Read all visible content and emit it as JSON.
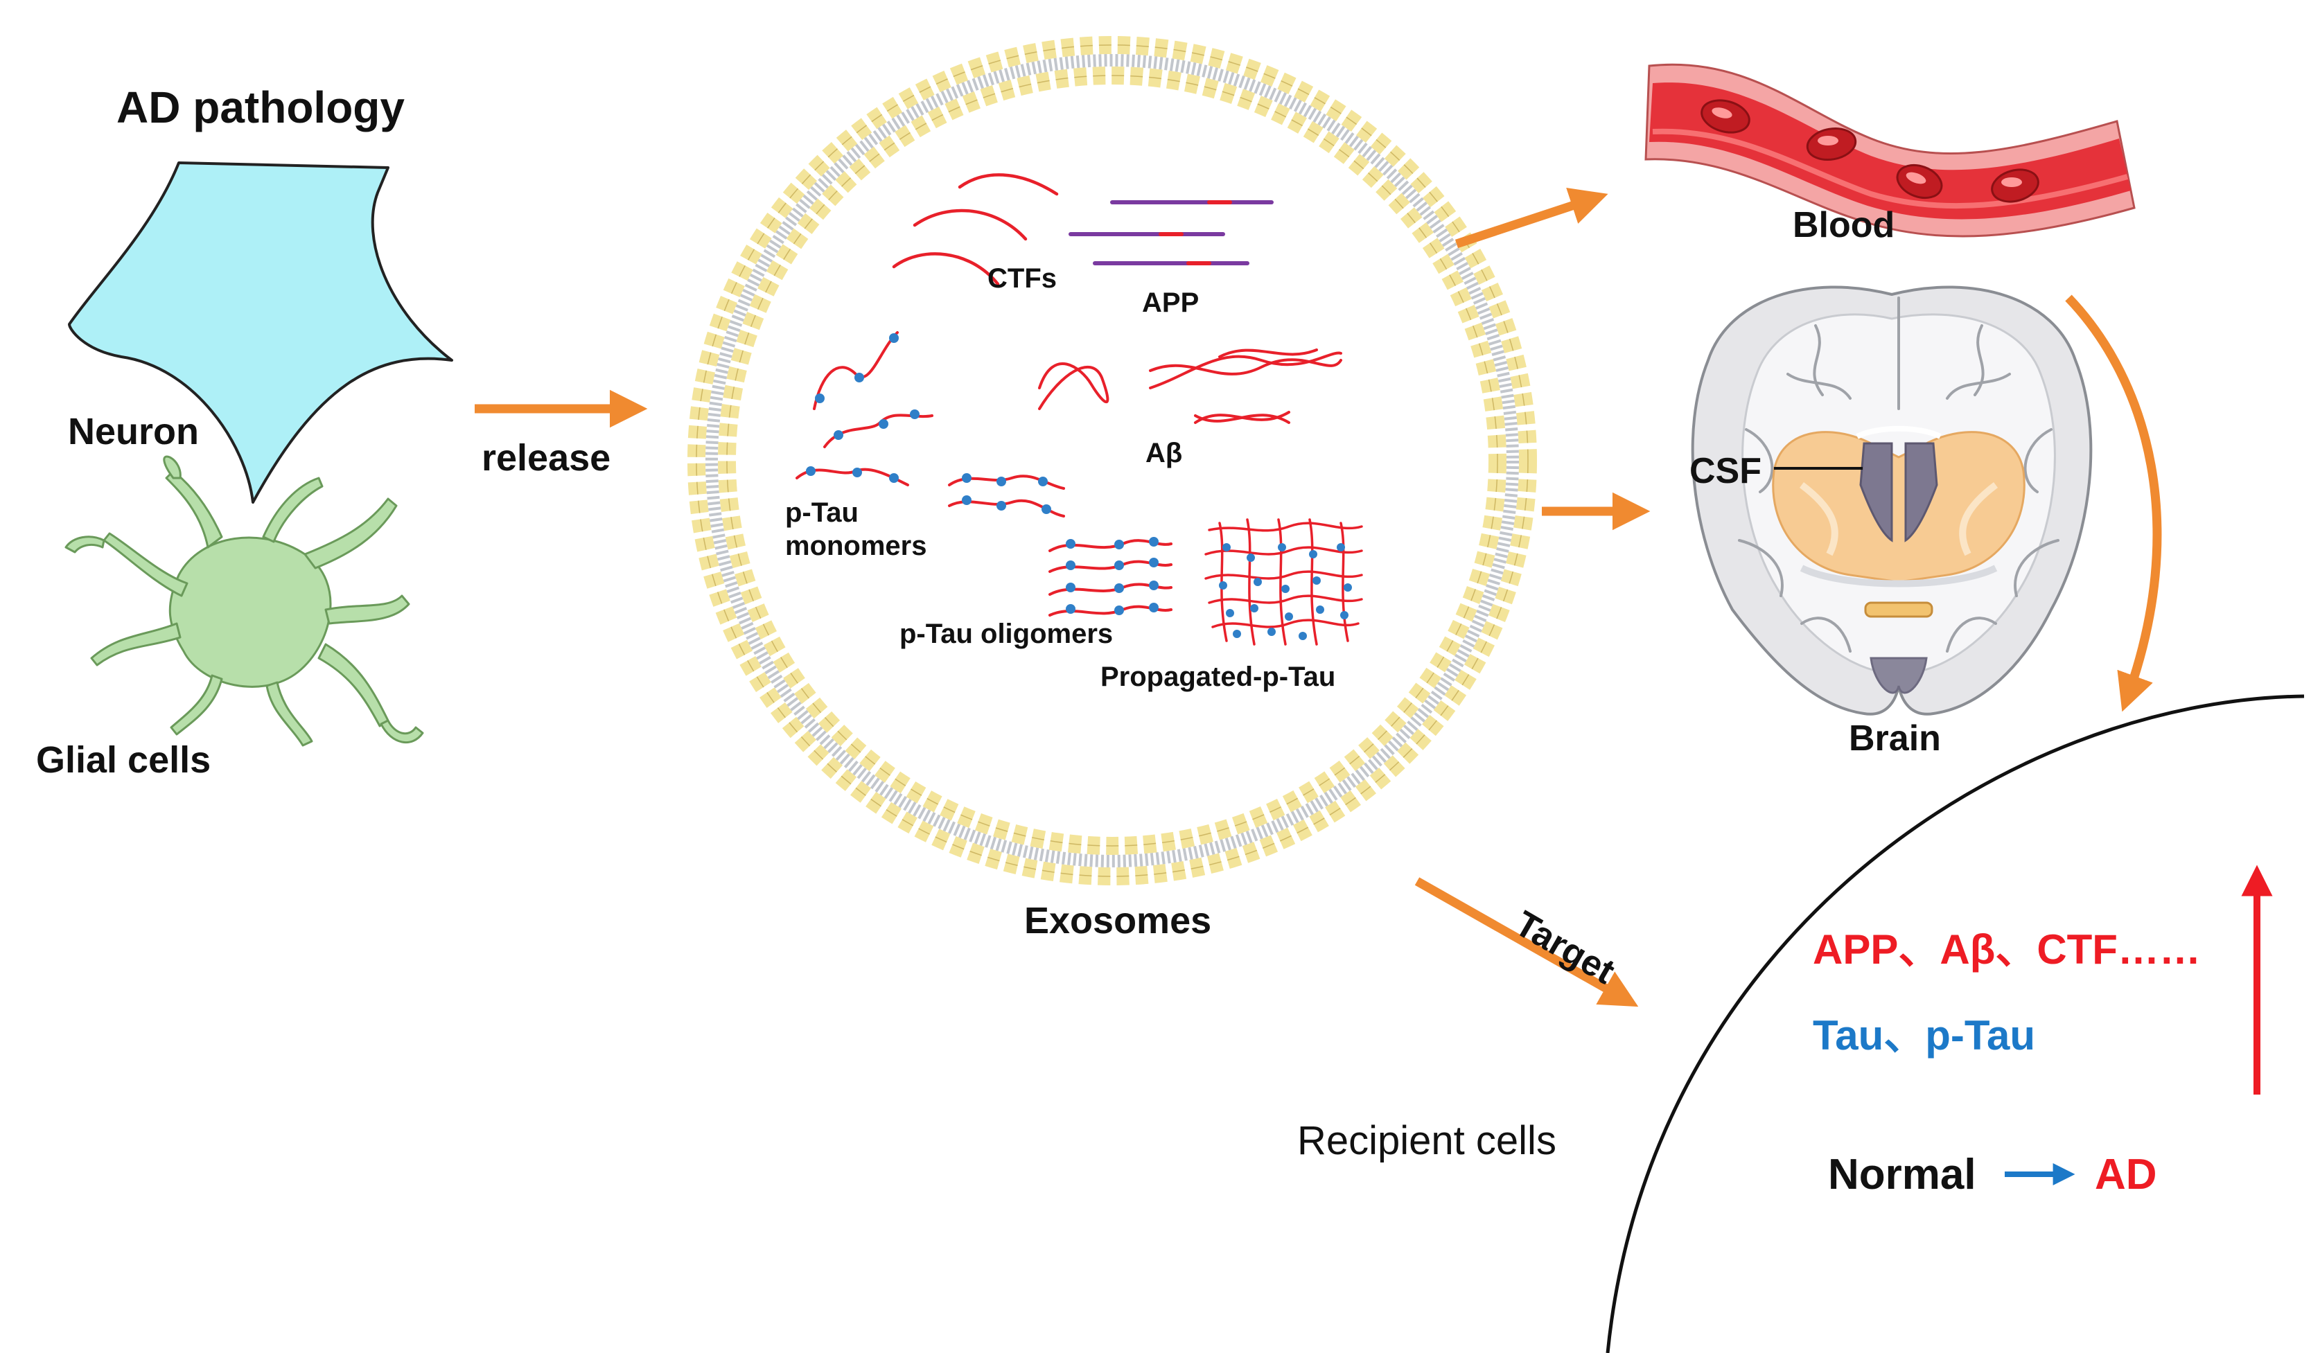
{
  "labels": {
    "title": "AD pathology",
    "neuron": "Neuron",
    "glial": "Glial cells",
    "release": "release",
    "ctfs": "CTFs",
    "app": "APP",
    "abeta": "Aβ",
    "ptau_monomers_1": "p-Tau",
    "ptau_monomers_2": "monomers",
    "ptau_oligomers": "p-Tau oligomers",
    "propagated": "Propagated-p-Tau",
    "exosomes": "Exosomes",
    "blood": "Blood",
    "csf": "CSF",
    "brain": "Brain",
    "target": "Target",
    "recipient": "Recipient cells",
    "markers_red": "APP、Aβ、CTF……",
    "markers_blue": "Tau、p-Tau",
    "normal": "Normal",
    "ad": "AD"
  },
  "colors": {
    "neuron_fill": "#aef0f7",
    "glial_fill": "#b7dfaa",
    "arrow_orange": "#f08a30",
    "protein_red": "#e8202a",
    "app_purple": "#7a3aa0",
    "phospho_blue": "#2f7fc8",
    "membrane_head": "#f3e49a",
    "vessel_red": "#e5323a",
    "text_red": "#ee1c24",
    "text_blue": "#1c79c8"
  }
}
